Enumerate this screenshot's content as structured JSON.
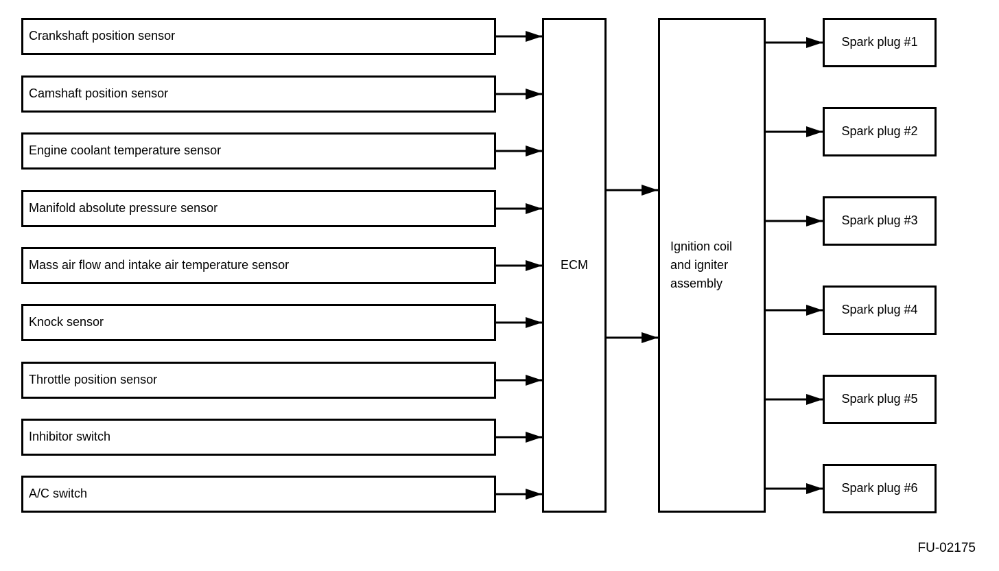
{
  "diagram": {
    "inputs": [
      {
        "label": "Crankshaft position sensor"
      },
      {
        "label": "Camshaft position sensor"
      },
      {
        "label": "Engine coolant temperature sensor"
      },
      {
        "label": "Manifold absolute pressure sensor"
      },
      {
        "label": "Mass air flow and intake air temperature sensor"
      },
      {
        "label": "Knock sensor"
      },
      {
        "label": "Throttle position sensor"
      },
      {
        "label": "Inhibitor switch"
      },
      {
        "label": "A/C switch"
      }
    ],
    "ecm": {
      "label": "ECM"
    },
    "ignition_assembly": {
      "label": "Ignition coil and igniter assembly"
    },
    "outputs": [
      {
        "label": "Spark plug #1"
      },
      {
        "label": "Spark plug #2"
      },
      {
        "label": "Spark plug #3"
      },
      {
        "label": "Spark plug #4"
      },
      {
        "label": "Spark plug #5"
      },
      {
        "label": "Spark plug #6"
      }
    ],
    "figure_id": "FU-02175",
    "colors": {
      "ink": "#000000",
      "background": "#ffffff"
    }
  }
}
